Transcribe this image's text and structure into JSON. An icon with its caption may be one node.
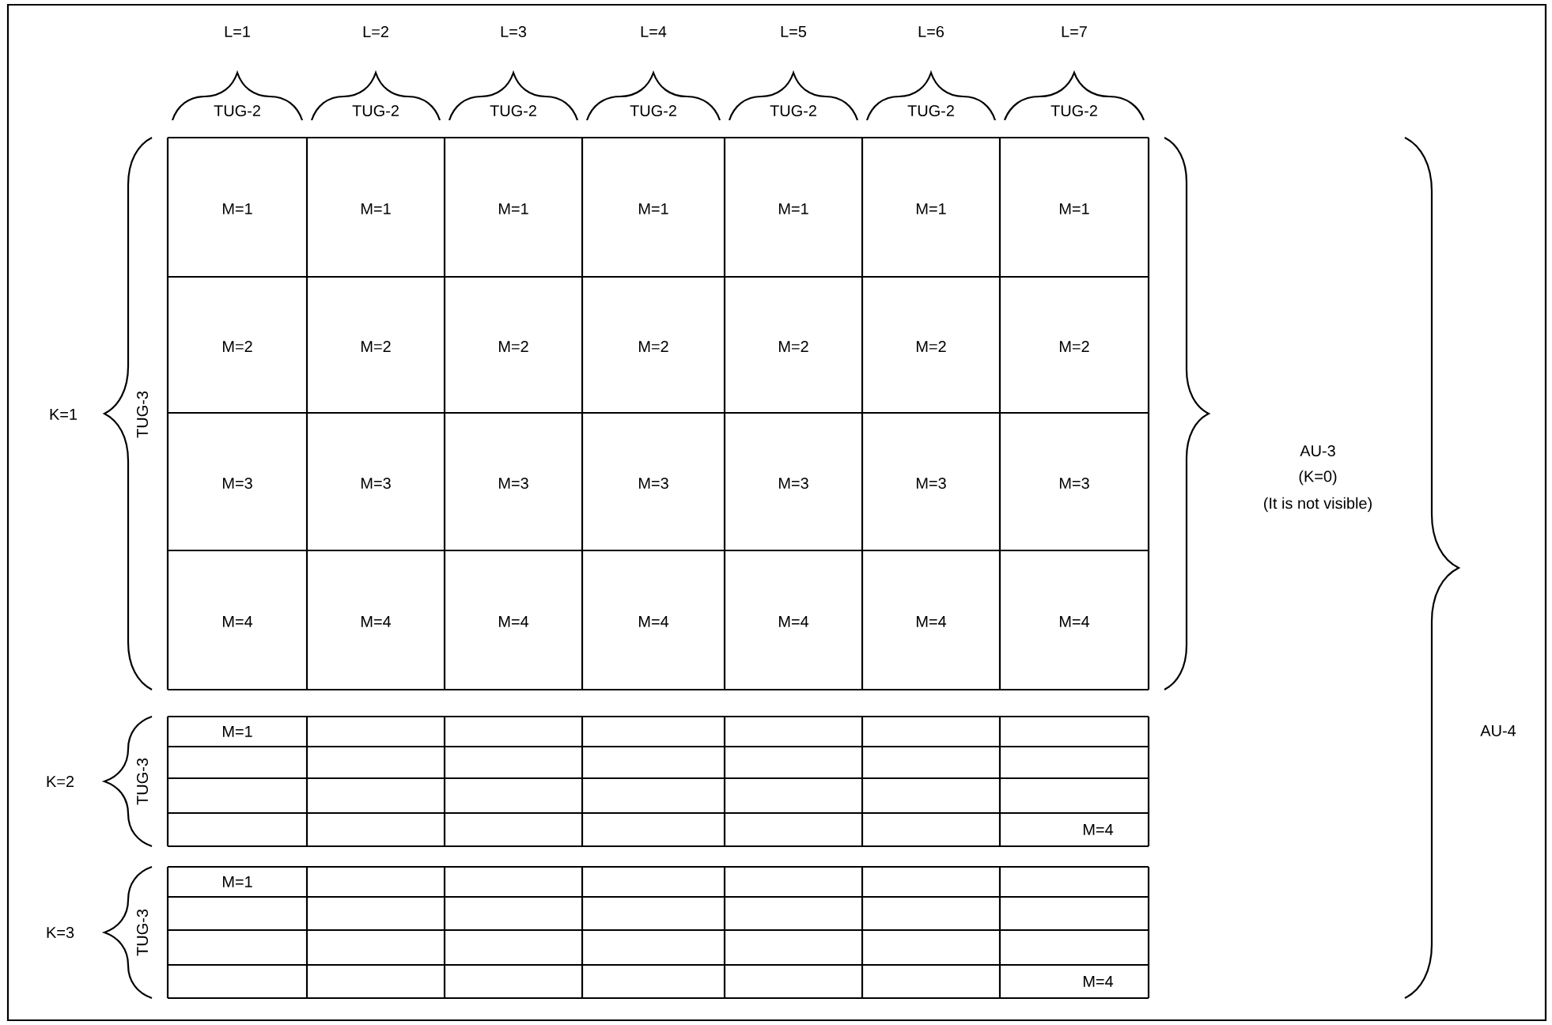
{
  "diagram": {
    "labels": [
      "L=1",
      "L=2",
      "L=3",
      "L=4",
      "L=5",
      "L=6",
      "L=7",
      "TUG-2",
      "TUG-2",
      "TUG-2",
      "TUG-2",
      "TUG-2",
      "TUG-2",
      "TUG-2",
      "K=1",
      "TUG-3",
      "M=1",
      "M=1",
      "M=1",
      "M=1",
      "M=1",
      "M=1",
      "M=1",
      "M=2",
      "M=2",
      "M=2",
      "M=2",
      "M=2",
      "M=2",
      "M=2",
      "M=3",
      "M=3",
      "M=3",
      "M=3",
      "M=3",
      "M=3",
      "M=3",
      "M=4",
      "M=4",
      "M=4",
      "M=4",
      "M=4",
      "M=4",
      "M=4",
      "AU-3",
      "(K=0)",
      "(It is not visible)",
      "AU-4",
      "K=2",
      "TUG-3",
      "M=1",
      "M=4",
      "K=3",
      "TUG-3",
      "M=1",
      "M=4"
    ]
  }
}
